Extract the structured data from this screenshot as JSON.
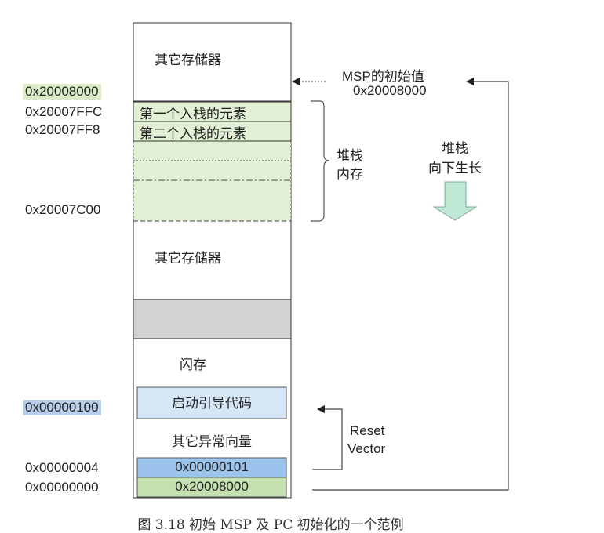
{
  "memory": {
    "other_memory_top": "其它存储器",
    "stack_item_1": "第一个入栈的元素",
    "stack_item_2": "第二个入栈的元素",
    "other_memory_mid": "其它存储器",
    "flash": "闪存",
    "boot_code": "启动引导代码",
    "other_vectors": "其它异常向量",
    "reset_vector_value": "0x00000101",
    "msp_initial_value": "0x20008000"
  },
  "addresses": {
    "a_20008000": "0x20008000",
    "a_20007FFC": "0x20007FFC",
    "a_20007FF8": "0x20007FF8",
    "a_20007C00": "0x20007C00",
    "a_00000100": "0x00000100",
    "a_00000004": "0x00000004",
    "a_00000000": "0x00000000"
  },
  "annotations": {
    "msp_label": "MSP的初始值",
    "msp_value": "0x20008000",
    "stack_memory_line1": "堆栈",
    "stack_memory_line2": "内存",
    "stack_growth_line1": "堆栈",
    "stack_growth_line2": "向下生长",
    "reset_line1": "Reset",
    "reset_line2": "Vector"
  },
  "caption": "图 3.18    初始 MSP 及 PC 初始化的一个范例",
  "colors": {
    "green_fill": "#e2f0d6",
    "green_cell": "#c5e0b0",
    "blue_fill": "#d5e6f7",
    "blue_cell": "#9cc3ec",
    "gray_block": "#d3d3d3",
    "arrow_fill": "#bfe8d5"
  }
}
